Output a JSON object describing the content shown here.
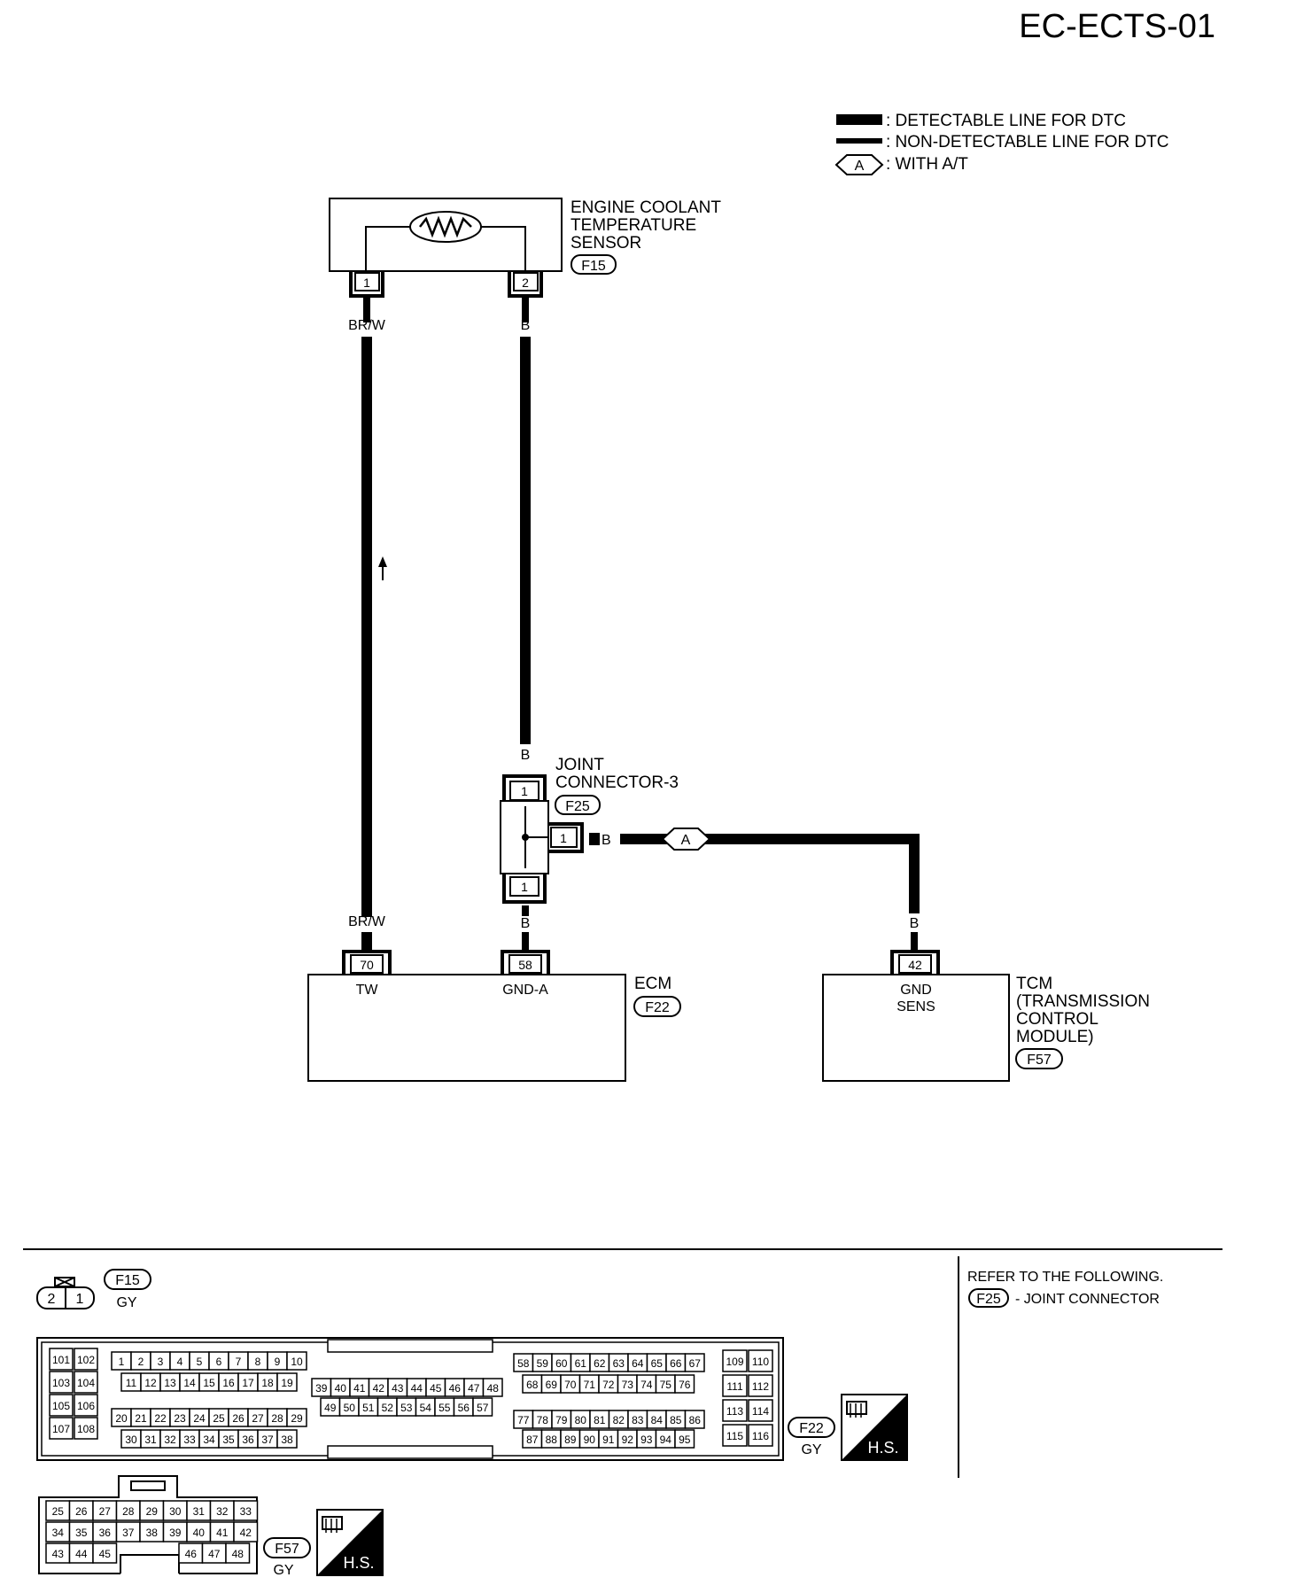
{
  "page_code": "EC-ECTS-01",
  "legend": {
    "detectable": ": DETECTABLE LINE FOR DTC",
    "non_detectable": ": NON-DETECTABLE LINE FOR DTC",
    "option_symbol": "A",
    "option": ": WITH A/T"
  },
  "sensor": {
    "name_lines": [
      "ENGINE COOLANT",
      "TEMPERATURE",
      "SENSOR"
    ],
    "connector": "F15",
    "pin1": "1",
    "pin2": "2"
  },
  "wires": {
    "left_top": "BR/W",
    "right_top": "B",
    "joint_top": "B",
    "joint_side": "B",
    "joint_bottom": "B",
    "left_bottom": "BR/W",
    "tcm_top": "B"
  },
  "joint": {
    "name_lines": [
      "JOINT",
      "CONNECTOR-3"
    ],
    "connector": "F25",
    "pin_top": "1",
    "pin_side": "1",
    "pin_bottom": "1",
    "option_symbol": "A"
  },
  "ecm": {
    "name": "ECM",
    "connector": "F22",
    "pin70": "70",
    "pin70_label": "TW",
    "pin58": "58",
    "pin58_label": "GND-A"
  },
  "tcm": {
    "name_lines": [
      "TCM",
      "(TRANSMISSION",
      "CONTROL",
      "MODULE)"
    ],
    "connector": "F57",
    "pin42": "42",
    "pin42_label_lines": [
      "GND",
      "SENS"
    ]
  },
  "connector_views": {
    "f15": {
      "code": "F15",
      "color": "GY",
      "pins": [
        "2",
        "1"
      ]
    },
    "f22": {
      "code": "F22",
      "color": "GY",
      "badge": "H.S."
    },
    "f57": {
      "code": "F57",
      "color": "GY",
      "badge": "H.S."
    }
  },
  "refer": {
    "title": "REFER TO THE FOLLOWING.",
    "connector": "F25",
    "text": "- JOINT CONNECTOR"
  }
}
